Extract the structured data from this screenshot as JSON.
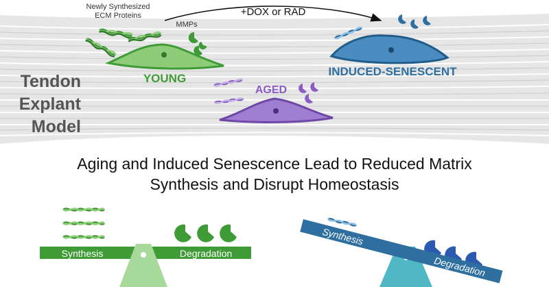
{
  "labels": {
    "ecm_proteins_line1": "Newly Synthesized",
    "ecm_proteins_line2": "ECM Proteins",
    "mmps": "MMPs",
    "treatment": "+DOX or RAD",
    "young": "YOUNG",
    "aged": "AGED",
    "induced_senescent": "INDUCED-SENESCENT"
  },
  "model_title": [
    "Tendon",
    "Explant",
    "Model"
  ],
  "headline": {
    "line1": "Aging and Induced Senescence Lead to Reduced Matrix",
    "line2": "Synthesis and Disrupt Homeostasis"
  },
  "balance_young": {
    "left_label": "Synthesis",
    "right_label": "Degradation"
  },
  "balance_senescent": {
    "left_label": "Synthesis",
    "right_label": "Degradation"
  },
  "colors": {
    "young": "#3f9b35",
    "young_light": "#8fcc7a",
    "aged": "#8a5cc4",
    "senescent": "#2e6fa0",
    "senescent_teal": "#4fb8c4",
    "tendon_bg": "#e8e8e8",
    "mmp_blue": "#2a5bb0"
  },
  "icons": [
    "collagen-fiber-icon",
    "mmp-icon",
    "cell-icon",
    "fulcrum-icon",
    "arrow-icon"
  ]
}
